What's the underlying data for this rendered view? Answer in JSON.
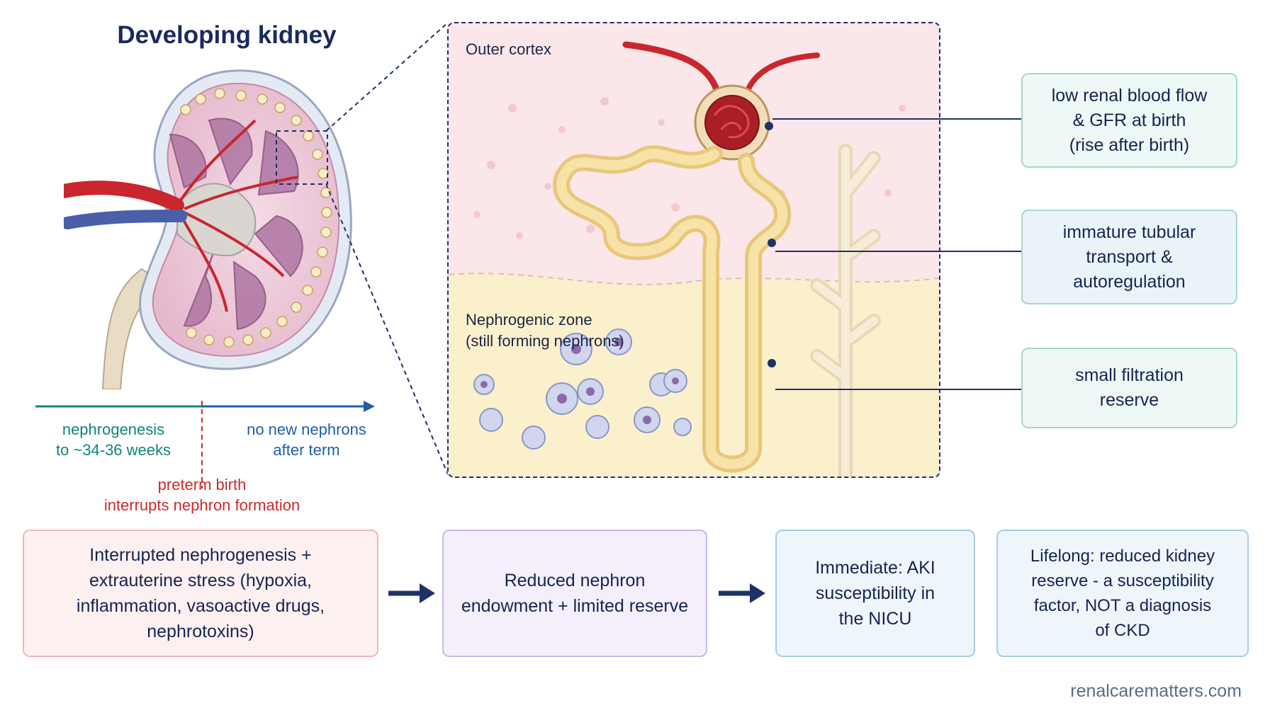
{
  "title": "Developing kidney",
  "zoom": {
    "outer_cortex_label": "Outer cortex",
    "nephrogenic_zone_label_line1": "Nephrogenic zone",
    "nephrogenic_zone_label_line2": "(still forming nephrons)"
  },
  "callouts": [
    {
      "lines": [
        "low renal blood flow",
        "& GFR at birth",
        "(rise after birth)"
      ]
    },
    {
      "lines": [
        "immature tubular",
        "transport &",
        "autoregulation"
      ]
    },
    {
      "lines": [
        "small filtration",
        "reserve"
      ]
    }
  ],
  "timeline": {
    "left_lines": [
      "nephrogenesis",
      "to ~34-36 weeks"
    ],
    "right_lines": [
      "no new nephrons",
      "after term"
    ],
    "birth_lines": [
      "preterm birth",
      "interrupts nephron formation"
    ]
  },
  "flow": [
    {
      "lines": [
        "Interrupted nephrogenesis +",
        "extrauterine stress (hypoxia,",
        "inflammation, vasoactive drugs,",
        "nephrotoxins)"
      ]
    },
    {
      "lines": [
        "Reduced nephron",
        "endowment + limited reserve"
      ]
    },
    {
      "lines": [
        "Immediate: AKI",
        "susceptibility in",
        "the NICU"
      ]
    },
    {
      "lines": [
        "Lifelong: reduced kidney",
        "reserve - a susceptibility",
        "factor, NOT a diagnosis",
        "of CKD"
      ]
    }
  ],
  "footer": "renalcarematters.com",
  "colors": {
    "navy": "#1e3266",
    "teal": "#12857a",
    "blue": "#1f5fa8",
    "red": "#cc2a2a",
    "artery": "#c9262e",
    "vein": "#4a5fa8"
  }
}
